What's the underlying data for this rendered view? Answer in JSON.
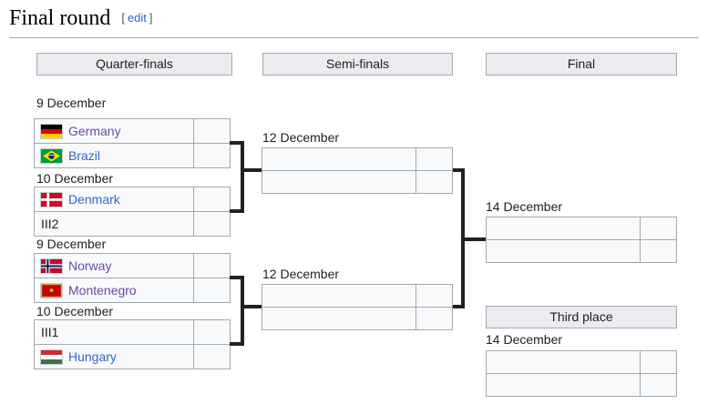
{
  "page": {
    "title": "Final round",
    "edit_open": "[",
    "edit_label": "edit",
    "edit_close": "]"
  },
  "headers": {
    "quarter": "Quarter-finals",
    "semi": "Semi-finals",
    "final": "Final",
    "third": "Third place"
  },
  "colors": {
    "link": "#3366cc",
    "visited_link": "#6b4ba1",
    "border": "#a2a9b1",
    "cell_bg": "#f8f9fa",
    "header_bg": "#eaecf0",
    "connector": "#202122",
    "text": "#202122"
  },
  "bracket": {
    "qf1": {
      "date": "9 December",
      "team1": {
        "name": "Germany",
        "flag": "germany-flag",
        "visited": true,
        "is_link": true,
        "score": ""
      },
      "team2": {
        "name": "Brazil",
        "flag": "brazil-flag",
        "visited": false,
        "is_link": true,
        "score": ""
      }
    },
    "qf2": {
      "date": "10 December",
      "team1": {
        "name": "Denmark",
        "flag": "denmark-flag",
        "visited": false,
        "is_link": true,
        "score": ""
      },
      "team2": {
        "name": "III2",
        "flag": null,
        "visited": false,
        "is_link": false,
        "score": ""
      }
    },
    "qf3": {
      "date": "9 December",
      "team1": {
        "name": "Norway",
        "flag": "norway-flag",
        "visited": true,
        "is_link": true,
        "score": ""
      },
      "team2": {
        "name": "Montenegro",
        "flag": "montenegro-flag",
        "visited": true,
        "is_link": true,
        "score": ""
      }
    },
    "qf4": {
      "date": "10 December",
      "team1": {
        "name": "III1",
        "flag": null,
        "visited": false,
        "is_link": false,
        "score": ""
      },
      "team2": {
        "name": "Hungary",
        "flag": "hungary-flag",
        "visited": false,
        "is_link": true,
        "score": ""
      }
    },
    "sf1": {
      "date": "12 December",
      "team1": {
        "name": "",
        "score": ""
      },
      "team2": {
        "name": "",
        "score": ""
      }
    },
    "sf2": {
      "date": "12 December",
      "team1": {
        "name": "",
        "score": ""
      },
      "team2": {
        "name": "",
        "score": ""
      }
    },
    "final": {
      "date": "14 December",
      "team1": {
        "name": "",
        "score": ""
      },
      "team2": {
        "name": "",
        "score": ""
      }
    },
    "third": {
      "date": "14 December",
      "team1": {
        "name": "",
        "score": ""
      },
      "team2": {
        "name": "",
        "score": ""
      }
    }
  }
}
